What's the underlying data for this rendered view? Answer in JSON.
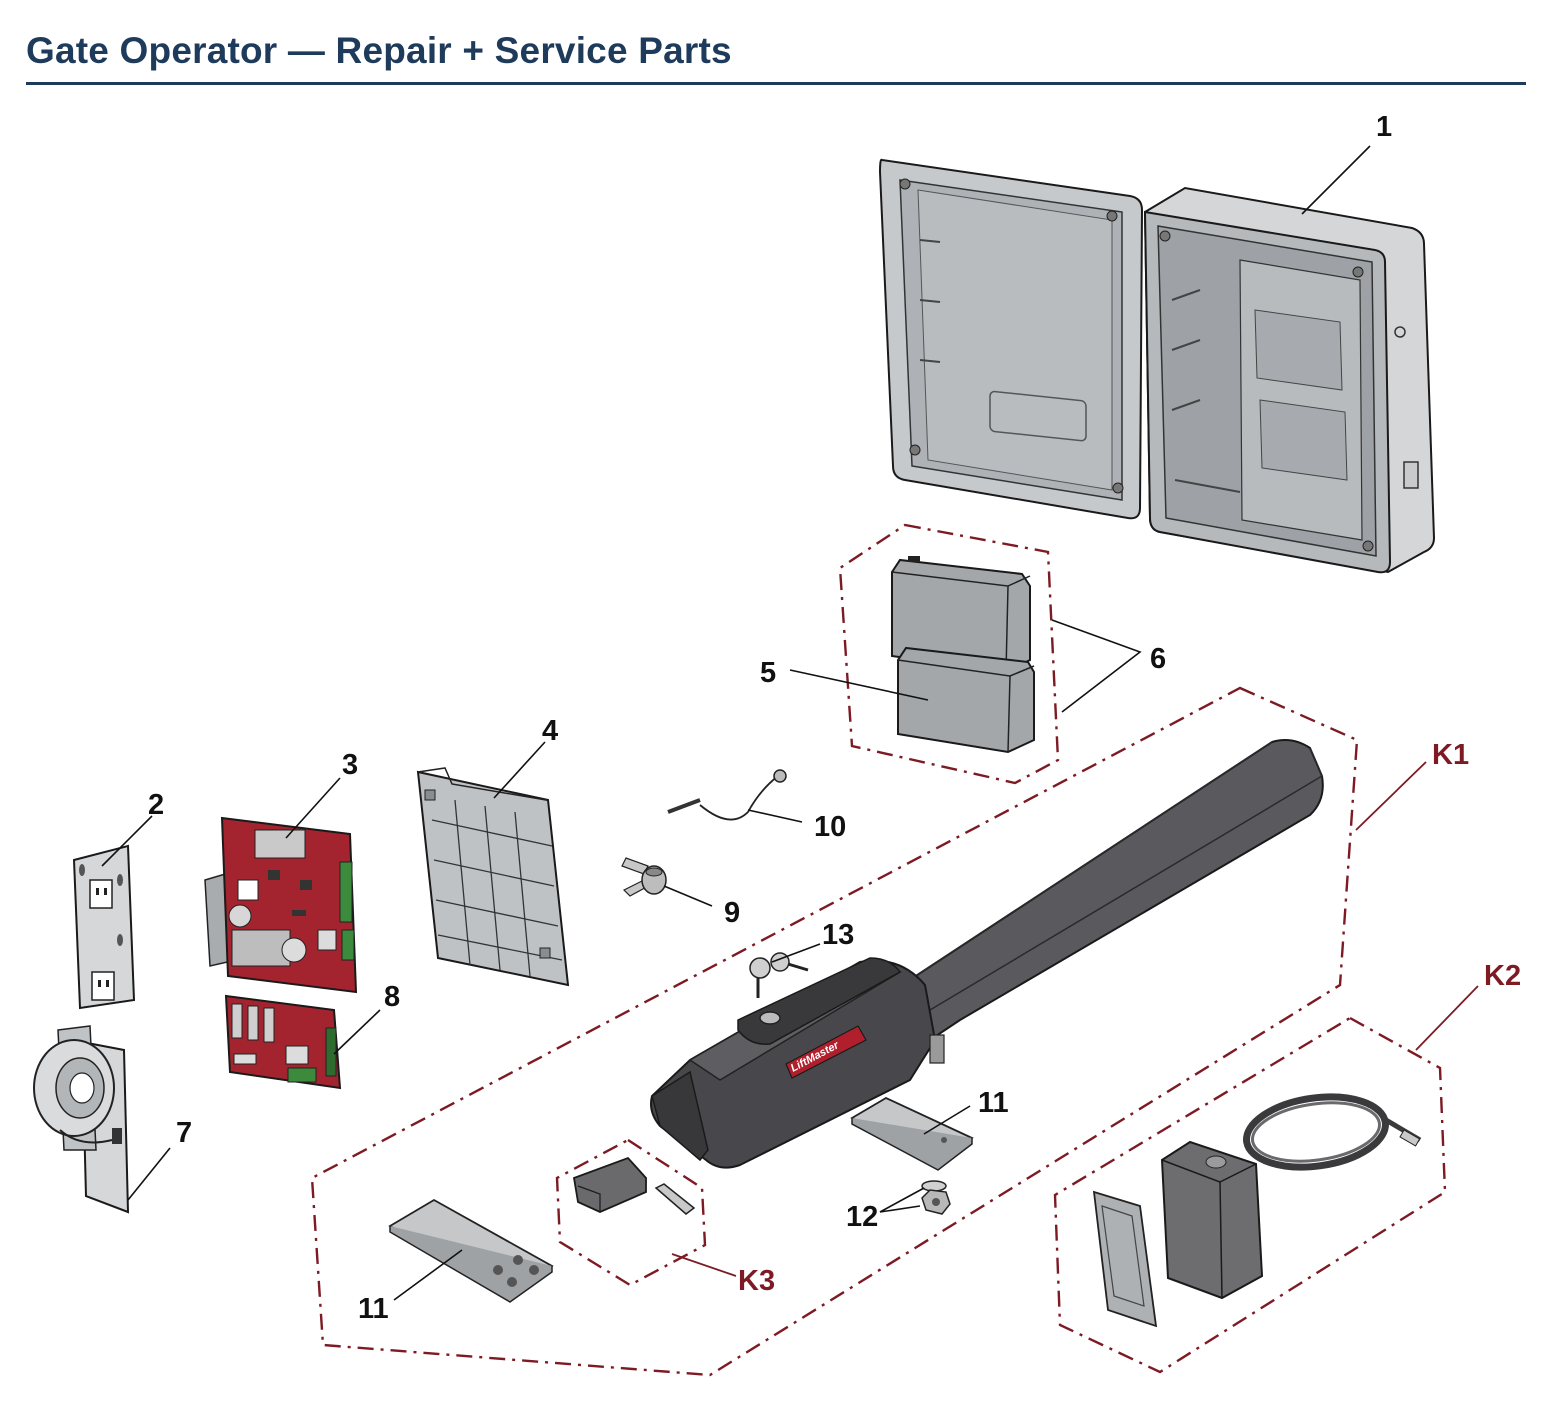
{
  "header": {
    "title": "Gate Operator — Repair + Service Parts"
  },
  "callouts": {
    "c1": "1",
    "c2": "2",
    "c3": "3",
    "c4": "4",
    "c5": "5",
    "c6": "6",
    "c7": "7",
    "c8": "8",
    "c9": "9",
    "c10": "10",
    "c11a": "11",
    "c11b": "11",
    "c12": "12",
    "c13": "13"
  },
  "kits": {
    "k1": "K1",
    "k2": "K2",
    "k3": "K3"
  },
  "labels": {
    "brand": "LiftMaster"
  },
  "colors": {
    "title": "#1f3b5c",
    "kit_outline": "#7d1a23",
    "board_red": "#a3232e",
    "operator_body": "#4a4a4d",
    "enclosure_gray": "#bfc2c5"
  },
  "icons": {
    "enclosure": "control-box-icon",
    "transformer_plate": "power-outlet-plate-icon",
    "control_board": "circuit-board-icon",
    "mounting_plate": "mounting-plate-icon",
    "battery": "battery-icon",
    "transformer": "transformer-icon",
    "expansion_board": "expansion-board-icon",
    "limit_switch": "limit-switch-icon",
    "harness": "wire-harness-icon",
    "bracket_plate": "bracket-plate-icon",
    "hardware": "nut-washer-icon",
    "keys": "key-icon",
    "operator": "gate-actuator-icon",
    "clevis": "clevis-bracket-icon",
    "junction_box": "junction-box-icon",
    "cable": "cable-coil-icon"
  }
}
